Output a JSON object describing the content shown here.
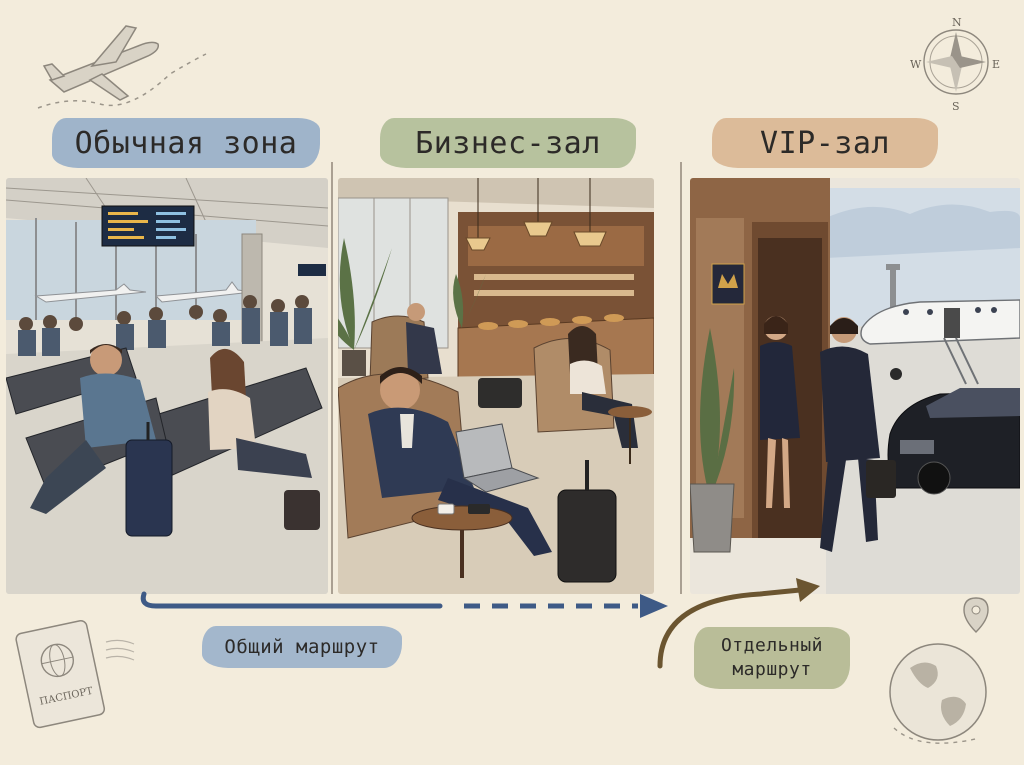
{
  "sections": {
    "standard": {
      "title": "Обычная зона"
    },
    "business": {
      "title": "Бизнес-зал"
    },
    "vip": {
      "title": "VIP-зал"
    }
  },
  "routes": {
    "common": "Общий маршрут",
    "separate_line1": "Отдельный",
    "separate_line2": "маршрут"
  },
  "decor": {
    "passport_label": "ПАСПОРТ",
    "compass_north": "N",
    "compass_east": "E",
    "compass_south": "S",
    "compass_west": "W"
  },
  "colors": {
    "standard_banner": "#7e9ec4",
    "business_banner": "#a0b286",
    "vip_banner": "#d3a880",
    "common_route_arrow": "#3e5a86",
    "separate_route_arrow": "#6b5530",
    "paper": "#f3ecdc"
  },
  "icons": [
    "airplane-icon",
    "compass-rose-icon",
    "passport-icon",
    "globe-icon",
    "map-pin-icon",
    "crown-sign-icon"
  ]
}
